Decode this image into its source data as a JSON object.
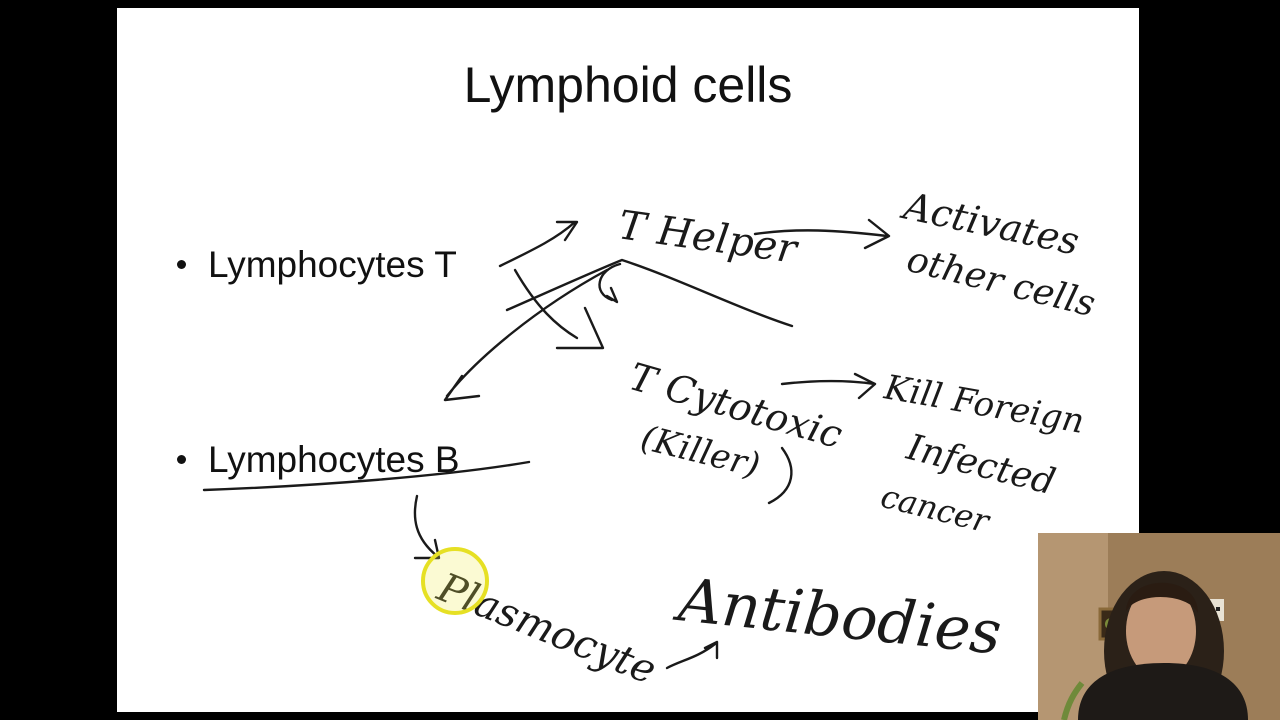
{
  "slide": {
    "title": "Lymphoid cells",
    "bullets": [
      {
        "label": "Lymphocytes T"
      },
      {
        "label": "Lymphocytes B"
      }
    ]
  },
  "annotations": {
    "t_helper": "T Helper",
    "activates": "Activates",
    "other_cells": "other cells",
    "t_cytotoxic": "T Cytotoxic",
    "killer": "(Killer)",
    "kill_foreign": "Kill Foreign",
    "infected": "Infected",
    "cancer": "cancer",
    "plasmocyte": "Plasmocyte",
    "antibodies": "Antibodies"
  },
  "colors": {
    "ink": "#1a1a1a",
    "highlight": "#e6e024",
    "background": "#000000",
    "slide": "#ffffff"
  }
}
